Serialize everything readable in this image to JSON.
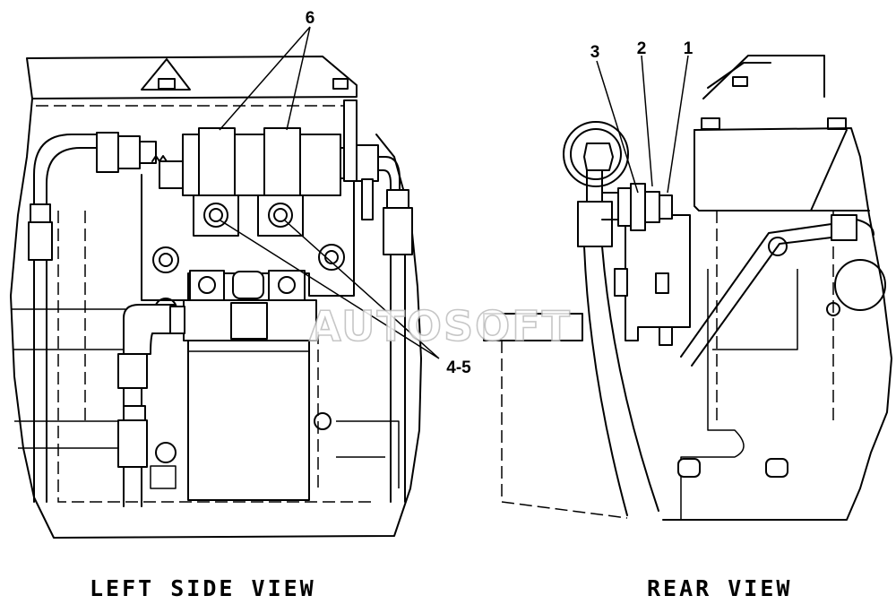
{
  "figure": {
    "callouts": {
      "left_top": "6",
      "left_bottom": "4-5",
      "rear_1": "1",
      "rear_2": "2",
      "rear_3": "3"
    },
    "captions": {
      "left": "LEFT SIDE VIEW",
      "rear": "REAR VIEW"
    },
    "watermark": "AUTOSOFT"
  }
}
